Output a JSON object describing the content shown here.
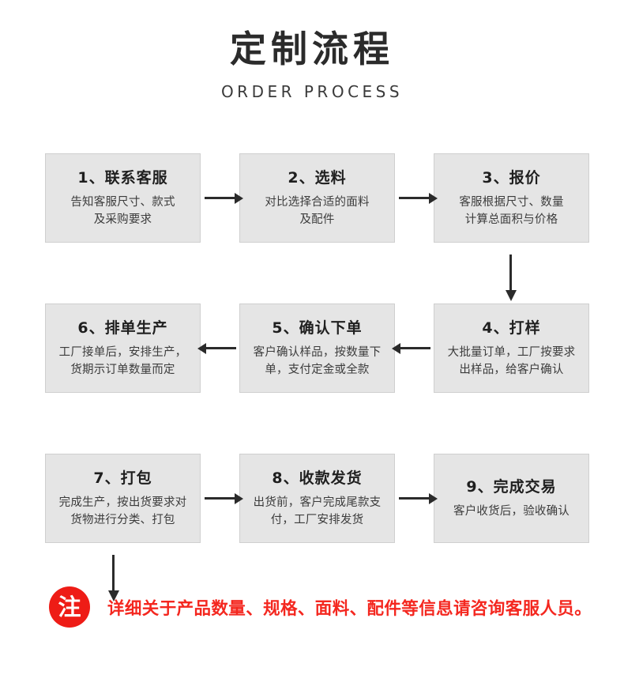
{
  "header": {
    "title_cn": "定制流程",
    "title_en": "ORDER PROCESS"
  },
  "flow": {
    "rows": [
      {
        "direction": "left-to-right",
        "steps": [
          {
            "title": "1、联系客服",
            "desc_lines": [
              "告知客服尺寸、款式",
              "及采购要求"
            ]
          },
          {
            "title": "2、选料",
            "desc_lines": [
              "对比选择合适的面料",
              "及配件"
            ]
          },
          {
            "title": "3、报价",
            "desc_lines": [
              "客服根据尺寸、数量",
              "计算总面积与价格"
            ]
          }
        ],
        "connectors": [
          "arrow-right",
          "arrow-right"
        ]
      },
      {
        "direction": "right-to-left",
        "steps": [
          {
            "title": "6、排单生产",
            "desc_lines": [
              "工厂接单后，安排生产，",
              "货期示订单数量而定"
            ]
          },
          {
            "title": "5、确认下单",
            "desc_lines": [
              "客户确认样品，按数量下",
              "单，支付定金或全款"
            ]
          },
          {
            "title": "4、打样",
            "desc_lines": [
              "大批量订单，工厂按要求",
              "出样品，给客户确认"
            ]
          }
        ],
        "connectors": [
          "arrow-left",
          "arrow-left"
        ]
      },
      {
        "direction": "left-to-right",
        "steps": [
          {
            "title": "7、打包",
            "desc_lines": [
              "完成生产，按出货要求对",
              "货物进行分类、打包"
            ]
          },
          {
            "title": "8、收款发货",
            "desc_lines": [
              "出货前，客户完成尾款支",
              "付，工厂安排发货"
            ]
          },
          {
            "title": "9、完成交易",
            "desc_lines": [
              "客户收货后，验收确认",
              ""
            ]
          }
        ],
        "connectors": [
          "arrow-right",
          "arrow-right"
        ]
      }
    ],
    "vertical_connectors": [
      {
        "name": "arrow-down-step3-to-step4",
        "direction": "down"
      },
      {
        "name": "arrow-down-step6-to-step7",
        "direction": "down"
      }
    ]
  },
  "note": {
    "badge": "注",
    "text": "详细关于产品数量、规格、面料、配件等信息请咨询客服人员。"
  },
  "colors": {
    "box_fill": "#e5e5e5",
    "box_border": "#cfcfcf",
    "arrow": "#2b2b2b",
    "note_red": "#f4271f",
    "badge_red": "#ee1c16",
    "title": "#2b2b2b"
  }
}
